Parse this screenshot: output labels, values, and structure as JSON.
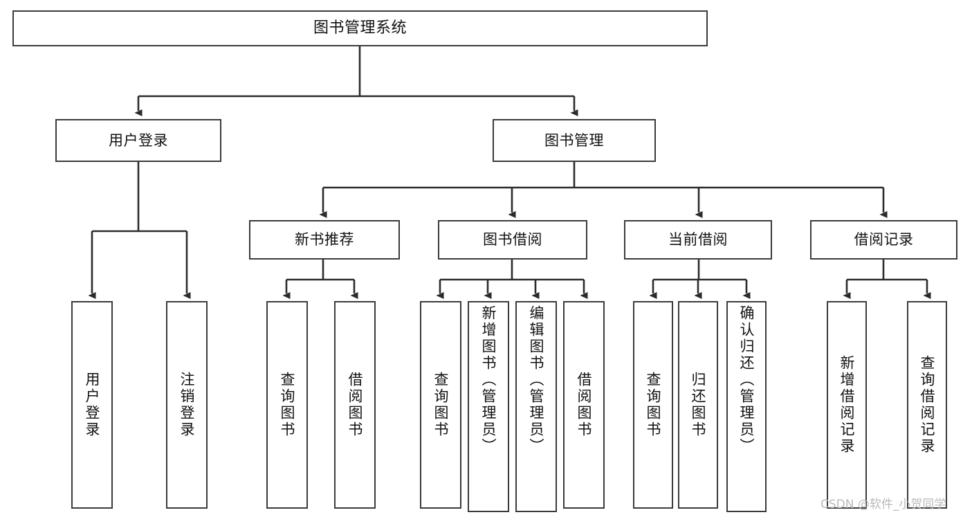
{
  "diagram": {
    "title": "图书管理系统",
    "type": "tree",
    "watermark": "CSDN @软件_小贺同学",
    "style": {
      "box_border_color": "#3a3a3a",
      "box_fill_color": "#ffffff",
      "connector_color": "#2b2b2b",
      "text_color": "#111111",
      "watermark_color": "#b9b9b9",
      "background": "#ffffff"
    },
    "root": {
      "label": "图书管理系统"
    },
    "level2": [
      {
        "label": "用户登录"
      },
      {
        "label": "图书管理"
      }
    ],
    "level3": [
      {
        "label": "新书推荐"
      },
      {
        "label": "图书借阅"
      },
      {
        "label": "当前借阅"
      },
      {
        "label": "借阅记录"
      }
    ],
    "leaves": {
      "user_login": [
        {
          "label": "用户登录"
        },
        {
          "label": "注销登录"
        }
      ],
      "new_book_recommend": [
        {
          "label": "查询图书"
        },
        {
          "label": "借阅图书"
        }
      ],
      "book_borrow": [
        {
          "label": "查询图书"
        },
        {
          "label": "新增图书（管理员）"
        },
        {
          "label": "编辑图书（管理员）"
        },
        {
          "label": "借阅图书"
        }
      ],
      "current_borrow": [
        {
          "label": "查询图书"
        },
        {
          "label": "归还图书"
        },
        {
          "label": "确认归还（管理员）"
        }
      ],
      "borrow_record": [
        {
          "label": "新增借阅记录"
        },
        {
          "label": "查询借阅记录"
        }
      ]
    }
  }
}
